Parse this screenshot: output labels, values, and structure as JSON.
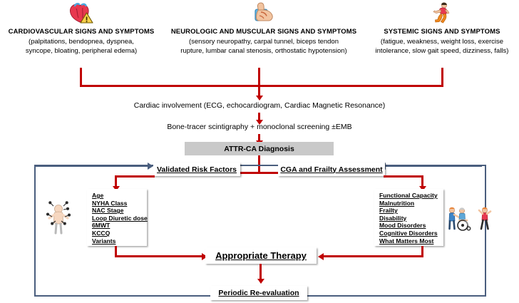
{
  "diagram": {
    "title": "ATTR-CA diagnostic and management pathway",
    "colors": {
      "arrow_red": "#C00000",
      "arrow_blue": "#4A5E7E",
      "diagnosis_bar": "#C9C9C9",
      "background": "#FFFFFF"
    }
  },
  "symptom_columns": [
    {
      "icon": "anatomical-heart-warning-icon",
      "title": "CARDIOVASCULAR SIGNS AND SYMPTOMS",
      "lines": [
        "(palpitations, bendopnea, dyspnea,",
        "syncope, bloating, peripheral edema)"
      ]
    },
    {
      "icon": "flexed-biceps-icon",
      "title": "NEUROLOGIC AND MUSCULAR SIGNS AND SYMPTOMS",
      "lines": [
        "(sensory neuropathy,  carpal tunnel, biceps tendon",
        "rupture, lumbar canal stenosis, orthostatic hypotension)"
      ]
    },
    {
      "icon": "running-person-icon",
      "title": "SYSTEMIC SIGNS AND SYMPTOMS",
      "lines": [
        "(fatigue, weakness, weight loss, exercise",
        "intolerance, slow gait speed, dizziness, falls)"
      ]
    }
  ],
  "workflow": {
    "cardiac_involvement": "Cardiac involvement (ECG, echocardiogram, Cardiac Magnetic Resonance)",
    "screening": "Bone-tracer scintigraphy + monoclonal screening ±EMB",
    "diagnosis": "ATTR-CA Diagnosis"
  },
  "assessment": {
    "left_box_label": "Validated Risk Factors",
    "right_box_label": "CGA and Frailty Assessment",
    "left_items": [
      "Age",
      "NYHA Class",
      "NAC Stage",
      "Loop Diuretic dose",
      "6MWT",
      "KCCQ",
      "Variants"
    ],
    "right_items": [
      "Functional Capacity",
      "Malnutrition",
      "Frailty",
      "Disability",
      "Mood Disorders",
      "Cognitive Disorders",
      "What Matters Most"
    ],
    "left_icon": "acupuncture-body-figure-icon",
    "right_icon_1": "person-pushing-wheelchair-icon",
    "right_icon_2": "person-exercising-icon"
  },
  "outcomes": {
    "therapy": "Appropriate Therapy",
    "reevaluation": "Periodic Re-evaluation"
  }
}
